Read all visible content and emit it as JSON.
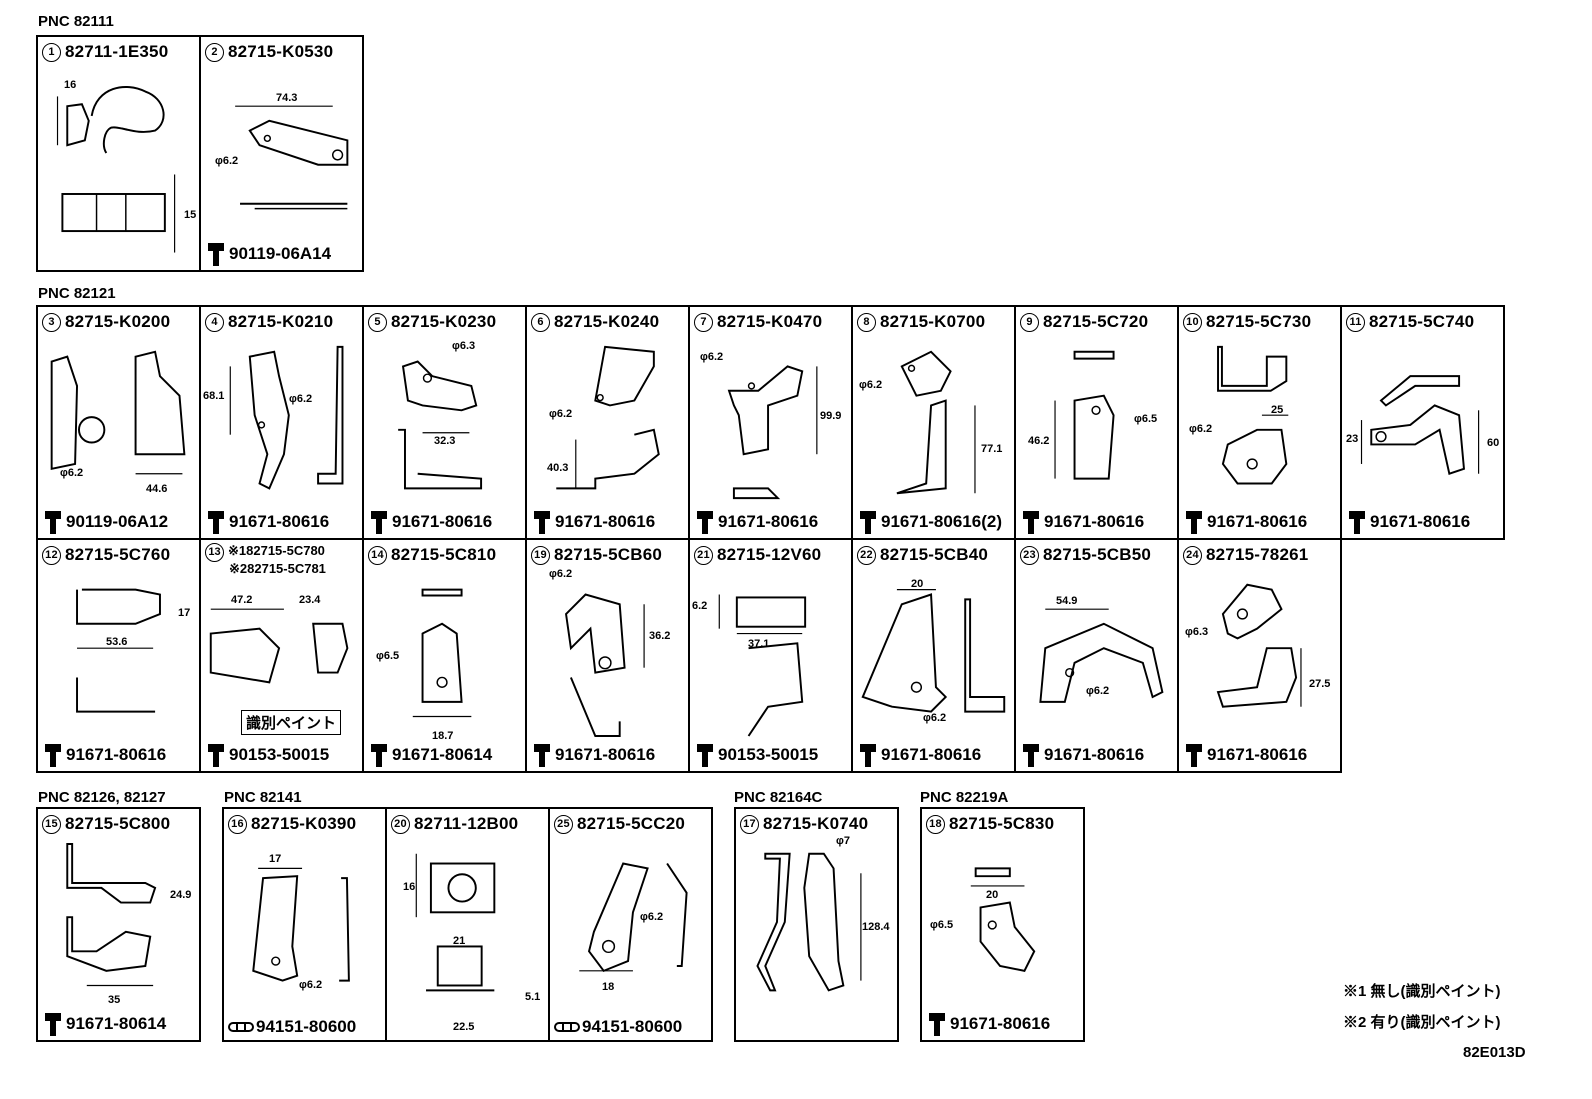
{
  "groups": {
    "g1": "PNC 82111",
    "g2": "PNC 82121",
    "g3": "PNC 82126, 82127",
    "g4": "PNC 82141",
    "g5": "PNC 82164C",
    "g6": "PNC 82219A"
  },
  "cells": {
    "c1": {
      "num": "1",
      "part": "82711-1E350",
      "bolt": ""
    },
    "c2": {
      "num": "2",
      "part": "82715-K0530",
      "bolt": "90119-06A14"
    },
    "c3": {
      "num": "3",
      "part": "82715-K0200",
      "bolt": "90119-06A12"
    },
    "c4": {
      "num": "4",
      "part": "82715-K0210",
      "bolt": "91671-80616"
    },
    "c5": {
      "num": "5",
      "part": "82715-K0230",
      "bolt": "91671-80616"
    },
    "c6": {
      "num": "6",
      "part": "82715-K0240",
      "bolt": "91671-80616"
    },
    "c7": {
      "num": "7",
      "part": "82715-K0470",
      "bolt": "91671-80616"
    },
    "c8": {
      "num": "8",
      "part": "82715-K0700",
      "bolt": "91671-80616(2)"
    },
    "c9": {
      "num": "9",
      "part": "82715-5C720",
      "bolt": "91671-80616"
    },
    "c10": {
      "num": "10",
      "part": "82715-5C730",
      "bolt": "91671-80616"
    },
    "c11": {
      "num": "11",
      "part": "82715-5C740",
      "bolt": "91671-80616"
    },
    "c12": {
      "num": "12",
      "part": "82715-5C760",
      "bolt": "91671-80616"
    },
    "c13": {
      "num": "13",
      "part1": "※182715-5C780",
      "part2": "※282715-5C781",
      "bolt": "90153-50015",
      "paint": "識別ペイント"
    },
    "c14": {
      "num": "14",
      "part": "82715-5C810",
      "bolt": "91671-80614"
    },
    "c19": {
      "num": "19",
      "part": "82715-5CB60",
      "bolt": "91671-80616"
    },
    "c21": {
      "num": "21",
      "part": "82715-12V60",
      "bolt": "90153-50015"
    },
    "c22": {
      "num": "22",
      "part": "82715-5CB40",
      "bolt": "91671-80616"
    },
    "c23": {
      "num": "23",
      "part": "82715-5CB50",
      "bolt": "91671-80616"
    },
    "c24": {
      "num": "24",
      "part": "82715-78261",
      "bolt": "91671-80616"
    },
    "c15": {
      "num": "15",
      "part": "82715-5C800",
      "bolt": "91671-80614"
    },
    "c16": {
      "num": "16",
      "part": "82715-K0390",
      "bolt": "94151-80600"
    },
    "c20": {
      "num": "20",
      "part": "82711-12B00",
      "bolt": ""
    },
    "c25": {
      "num": "25",
      "part": "82715-5CC20",
      "bolt": "94151-80600"
    },
    "c17": {
      "num": "17",
      "part": "82715-K0740",
      "bolt": ""
    },
    "c18": {
      "num": "18",
      "part": "82715-5C830",
      "bolt": "91671-80616"
    }
  },
  "dims": {
    "c1": [
      "16",
      "15"
    ],
    "c2": [
      "74.3",
      "φ6.2"
    ],
    "c3": [
      "φ6.2",
      "44.6"
    ],
    "c4": [
      "68.1",
      "φ6.2"
    ],
    "c5": [
      "φ6.3",
      "32.3"
    ],
    "c6": [
      "φ6.2",
      "40.3"
    ],
    "c7": [
      "φ6.2",
      "99.9"
    ],
    "c8": [
      "φ6.2",
      "77.1"
    ],
    "c9": [
      "46.2",
      "φ6.5"
    ],
    "c10": [
      "φ6.2",
      "25"
    ],
    "c11": [
      "23",
      "60"
    ],
    "c12": [
      "17",
      "53.6"
    ],
    "c13": [
      "47.2",
      "23.4"
    ],
    "c14": [
      "φ6.5",
      "18.7"
    ],
    "c19": [
      "φ6.2",
      "36.2"
    ],
    "c21": [
      "6.2",
      "37.1"
    ],
    "c22": [
      "20",
      "φ6.2"
    ],
    "c23": [
      "54.9",
      "φ6.2"
    ],
    "c24": [
      "φ6.3",
      "27.5"
    ],
    "c15": [
      "24.9",
      "35"
    ],
    "c16": [
      "17",
      "φ6.2"
    ],
    "c20": [
      "16",
      "21",
      "5.1",
      "22.5"
    ],
    "c25": [
      "φ6.2",
      "18"
    ],
    "c17": [
      "φ7",
      "128.4"
    ],
    "c18": [
      "20",
      "φ6.5"
    ]
  },
  "notes": {
    "n1": "※1 無し(識別ペイント)",
    "n2": "※2 有り(識別ペイント)",
    "code": "82E013D"
  }
}
